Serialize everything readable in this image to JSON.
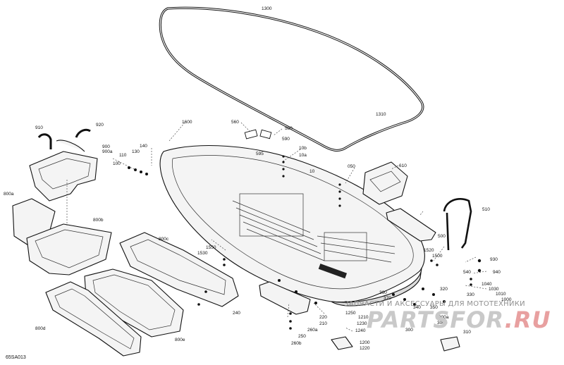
{
  "diagram": {
    "reference_code": "65SA013",
    "watermark": {
      "text": "ЗАПЧАСТИ И АКСЕССУАРЫ ДЛЯ МОТОТЕХНИКИ",
      "logo_main": "PARTSFOR",
      "logo_suffix": ".RU"
    },
    "callouts": [
      {
        "id": "c1300",
        "text": "1300"
      },
      {
        "id": "c1310",
        "text": "1310"
      },
      {
        "id": "c1600",
        "text": "1600"
      },
      {
        "id": "c560",
        "text": "560"
      },
      {
        "id": "c580",
        "text": "580"
      },
      {
        "id": "c590",
        "text": "590"
      },
      {
        "id": "c595",
        "text": "595"
      },
      {
        "id": "c10b",
        "text": "10b"
      },
      {
        "id": "c10a",
        "text": "10a"
      },
      {
        "id": "c10",
        "text": "10"
      },
      {
        "id": "c910",
        "text": "910"
      },
      {
        "id": "c920",
        "text": "920"
      },
      {
        "id": "c900",
        "text": "900"
      },
      {
        "id": "c900a",
        "text": "900a"
      },
      {
        "id": "c140",
        "text": "140"
      },
      {
        "id": "c130",
        "text": "130"
      },
      {
        "id": "c110",
        "text": "110"
      },
      {
        "id": "c100",
        "text": "100"
      },
      {
        "id": "c800a",
        "text": "800a"
      },
      {
        "id": "c800b",
        "text": "800b"
      },
      {
        "id": "c800c",
        "text": "800c"
      },
      {
        "id": "c800d",
        "text": "800d"
      },
      {
        "id": "c800e",
        "text": "800e"
      },
      {
        "id": "c1550",
        "text": "1550"
      },
      {
        "id": "c1530",
        "text": "1530"
      },
      {
        "id": "c050",
        "text": "050"
      },
      {
        "id": "c610",
        "text": "610"
      },
      {
        "id": "c510",
        "text": "510"
      },
      {
        "id": "c500",
        "text": "500"
      },
      {
        "id": "c1520",
        "text": "1520"
      },
      {
        "id": "c1500",
        "text": "1500"
      },
      {
        "id": "c930",
        "text": "930"
      },
      {
        "id": "c540",
        "text": "540"
      },
      {
        "id": "c940",
        "text": "940"
      },
      {
        "id": "c1040",
        "text": "1040"
      },
      {
        "id": "c1030",
        "text": "1030"
      },
      {
        "id": "c1010",
        "text": "1010"
      },
      {
        "id": "c1000",
        "text": "1000"
      },
      {
        "id": "c360",
        "text": "360"
      },
      {
        "id": "c370",
        "text": "370"
      },
      {
        "id": "c320",
        "text": "320"
      },
      {
        "id": "c330",
        "text": "330"
      },
      {
        "id": "c340",
        "text": "340"
      },
      {
        "id": "c350",
        "text": "350"
      },
      {
        "id": "c300a",
        "text": "300a"
      },
      {
        "id": "c300b",
        "text": "300b"
      },
      {
        "id": "c300",
        "text": "300"
      },
      {
        "id": "c310",
        "text": "310"
      },
      {
        "id": "c240",
        "text": "240"
      },
      {
        "id": "c220",
        "text": "220"
      },
      {
        "id": "c210",
        "text": "210"
      },
      {
        "id": "c260a",
        "text": "260a"
      },
      {
        "id": "c250",
        "text": "250"
      },
      {
        "id": "c260b",
        "text": "260b"
      },
      {
        "id": "c1250",
        "text": "1250"
      },
      {
        "id": "c1240",
        "text": "1240"
      },
      {
        "id": "c1210",
        "text": "1210"
      },
      {
        "id": "c1230",
        "text": "1230"
      },
      {
        "id": "c1200",
        "text": "1200"
      },
      {
        "id": "c1220",
        "text": "1220"
      }
    ]
  }
}
